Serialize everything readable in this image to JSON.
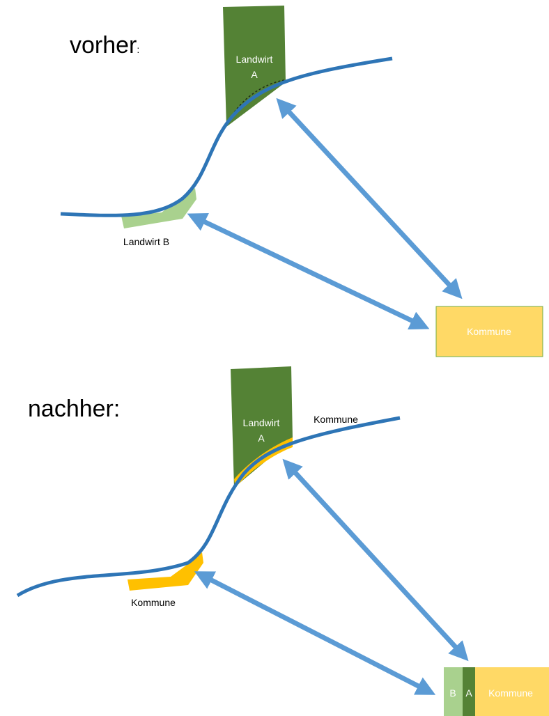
{
  "colors": {
    "river": "#2e75b6",
    "arrow": "#5b9bd5",
    "farmer_a": "#548235",
    "farmer_b": "#a9d18e",
    "commune": "#ffd966",
    "commune_strip": "#ffc000",
    "border": "#70ad47",
    "text_dark": "#000000",
    "text_light": "#ffffff"
  },
  "before": {
    "heading": "vorher",
    "heading_suffix": ":",
    "farmer_a_line1": "Landwirt",
    "farmer_a_line2": "A",
    "farmer_b_label": "Landwirt B",
    "commune_box_label": "Kommune"
  },
  "after": {
    "heading": "nachher:",
    "farmer_a_line1": "Landwirt",
    "farmer_a_line2": "A",
    "commune_top_label": "Kommune",
    "commune_bottom_label": "Kommune",
    "box_b_label": "B",
    "box_a_label": "A",
    "box_commune_label": "Kommune"
  }
}
